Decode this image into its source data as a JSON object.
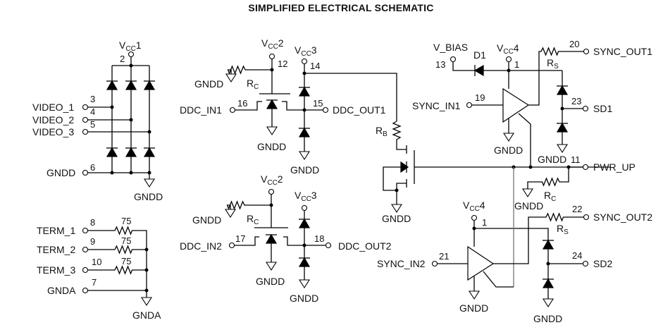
{
  "title": "SIMPLIFIED ELECTRICAL SCHEMATIC",
  "supplies": {
    "vcc1": {
      "main": "V",
      "sub": "CC",
      "suffix": "1"
    },
    "vcc2": {
      "main": "V",
      "sub": "CC",
      "suffix": "2"
    },
    "vcc3": {
      "main": "V",
      "sub": "CC",
      "suffix": "3"
    },
    "vcc4": {
      "main": "V",
      "sub": "CC",
      "suffix": "4"
    }
  },
  "components": {
    "rc": {
      "main": "R",
      "sub": "C"
    },
    "rb": {
      "main": "R",
      "sub": "B"
    },
    "rs": {
      "main": "R",
      "sub": "S"
    },
    "d1": "D1",
    "term_resistor_value": "75"
  },
  "grounds": {
    "digital": "GNDD",
    "analog": "GNDA"
  },
  "pins": {
    "p1": "1",
    "p2": "2",
    "p3": "3",
    "p4": "4",
    "p5": "5",
    "p6": "6",
    "p7": "7",
    "p8": "8",
    "p9": "9",
    "p10": "10",
    "p11": "11",
    "p12": "12",
    "p13": "13",
    "p14": "14",
    "p15": "15",
    "p16": "16",
    "p17": "17",
    "p18": "18",
    "p19": "19",
    "p20": "20",
    "p21": "21",
    "p22": "22",
    "p23": "23",
    "p24": "24"
  },
  "signals": {
    "video_1": "VIDEO_1",
    "video_2": "VIDEO_2",
    "video_3": "VIDEO_3",
    "gndd": "GNDD",
    "term_1": "TERM_1",
    "term_2": "TERM_2",
    "term_3": "TERM_3",
    "gnda": "GNDA",
    "ddc_in1": "DDC_IN1",
    "ddc_out1": "DDC_OUT1",
    "ddc_in2": "DDC_IN2",
    "ddc_out2": "DDC_OUT2",
    "v_bias": "V_BIAS",
    "sync_in1": "SYNC_IN1",
    "sync_out1": "SYNC_OUT1",
    "sd1": "SD1",
    "pwr_up": "PWR_UP",
    "sync_in2": "SYNC_IN2",
    "sync_out2": "SYNC_OUT2",
    "sd2": "SD2"
  }
}
